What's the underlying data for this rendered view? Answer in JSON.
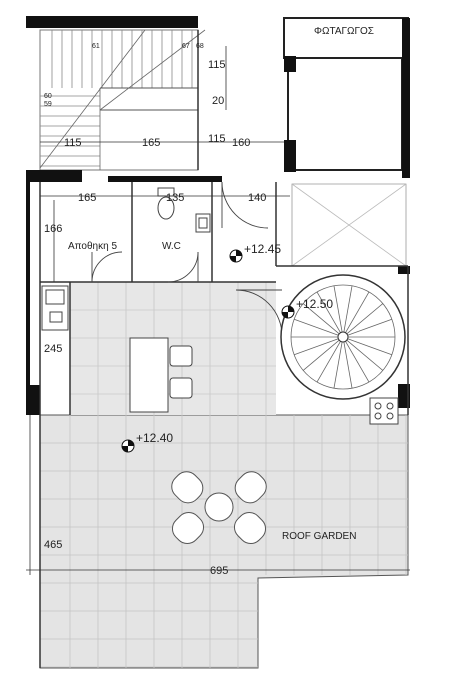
{
  "rooms": {
    "light_well": "ΦΩΤΑΓΩΓΟΣ",
    "storage": "Αποθηκη 5",
    "wc": "W.C",
    "roof_garden": "ROOF GARDEN"
  },
  "levels": {
    "stair_landing": "+12.45",
    "spiral_stair": "+12.50",
    "roof_garden": "+12.40"
  },
  "dimensions": {
    "stair_dim_115_top": "115",
    "stair_dim_20": "20",
    "stair_width_115_left": "115",
    "stair_width_165": "165",
    "stair_width_115_right": "115",
    "shaft_160": "160",
    "storage_width": "165",
    "wc_width": "135",
    "corridor_140": "140",
    "storage_depth": "166",
    "kitchen_depth": "245",
    "garden_depth": "465",
    "total_width": "695"
  },
  "step_marks": {
    "s61": "61",
    "s67": "67",
    "s68": "68",
    "s60": "60",
    "s59": "59"
  }
}
